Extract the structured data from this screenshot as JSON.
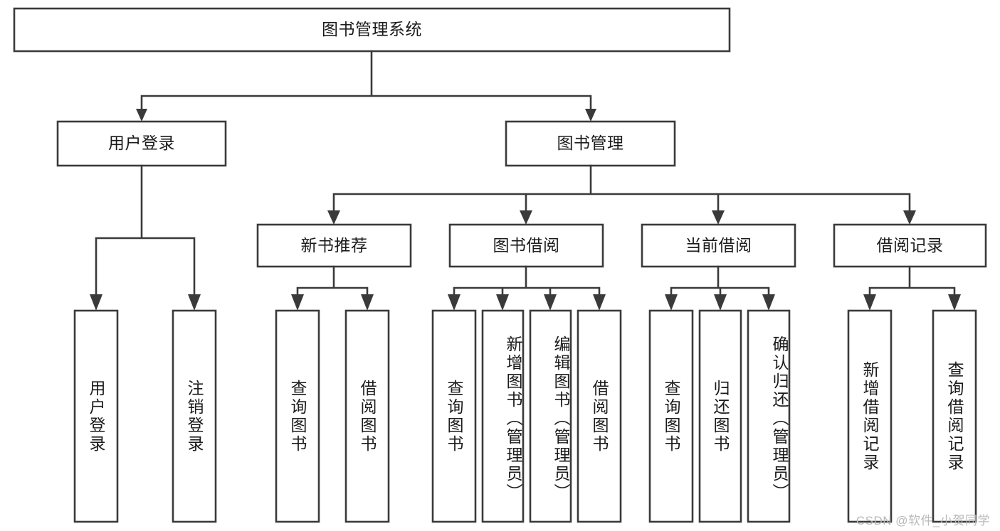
{
  "diagram": {
    "type": "tree-hierarchy-chart",
    "title": "图书管理系统",
    "watermark": "CSDN @软件_小贺同学",
    "colors": {
      "box_stroke": "#3a3a3a",
      "box_fill": "#ffffff",
      "text": "#1b1b1b",
      "background": "#ffffff",
      "watermark": "#b9b9b9"
    },
    "levels": {
      "root": {
        "label": "图书管理系统"
      },
      "level2": [
        {
          "id": "user-login",
          "label": "用户登录"
        },
        {
          "id": "book-management",
          "label": "图书管理"
        }
      ],
      "level3": [
        {
          "id": "new-book-recommend",
          "label": "新书推荐",
          "parent": "book-management"
        },
        {
          "id": "book-borrow",
          "label": "图书借阅",
          "parent": "book-management"
        },
        {
          "id": "current-borrow",
          "label": "当前借阅",
          "parent": "book-management"
        },
        {
          "id": "borrow-record",
          "label": "借阅记录",
          "parent": "book-management"
        }
      ],
      "leaves": [
        {
          "id": "leaf-user-login",
          "label": "用户登录",
          "parent": "user-login"
        },
        {
          "id": "leaf-logout-login",
          "label": "注销登录",
          "parent": "user-login"
        },
        {
          "id": "leaf-query-book-1",
          "label": "查询图书",
          "parent": "new-book-recommend"
        },
        {
          "id": "leaf-borrow-book-1",
          "label": "借阅图书",
          "parent": "new-book-recommend"
        },
        {
          "id": "leaf-query-book-2",
          "label": "查询图书",
          "parent": "book-borrow"
        },
        {
          "id": "leaf-add-book",
          "label": "新增图书（管理员）",
          "parent": "book-borrow"
        },
        {
          "id": "leaf-edit-book",
          "label": "编辑图书（管理员）",
          "parent": "book-borrow"
        },
        {
          "id": "leaf-borrow-book-2",
          "label": "借阅图书",
          "parent": "book-borrow"
        },
        {
          "id": "leaf-query-book-3",
          "label": "查询图书",
          "parent": "current-borrow"
        },
        {
          "id": "leaf-return-book",
          "label": "归还图书",
          "parent": "current-borrow"
        },
        {
          "id": "leaf-confirm-return",
          "label": "确认归还（管理员）",
          "parent": "current-borrow"
        },
        {
          "id": "leaf-add-record",
          "label": "新增借阅记录",
          "parent": "borrow-record"
        },
        {
          "id": "leaf-query-record",
          "label": "查询借阅记录",
          "parent": "borrow-record"
        }
      ]
    }
  }
}
